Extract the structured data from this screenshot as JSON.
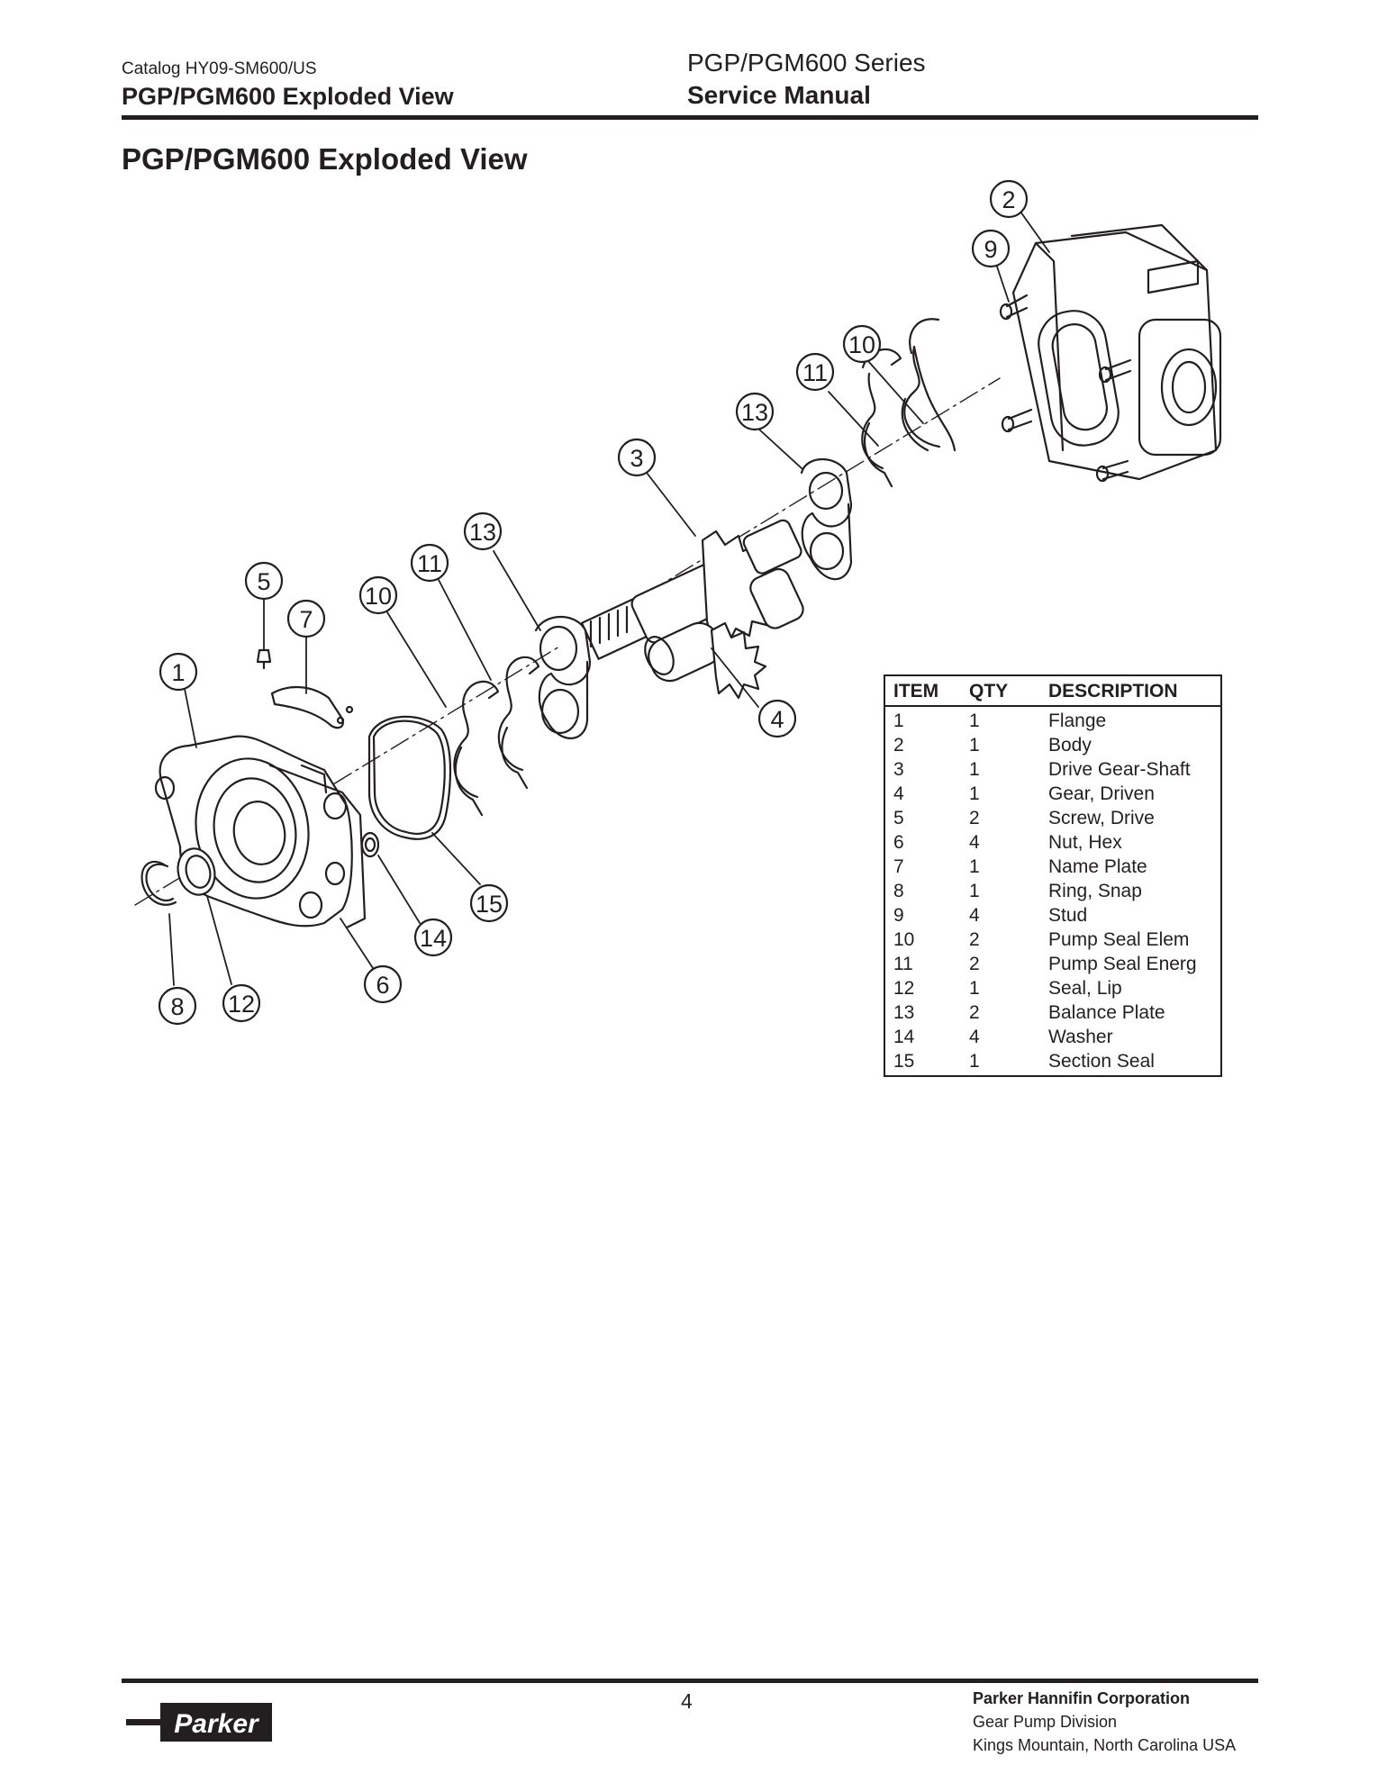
{
  "header": {
    "catalog": "Catalog HY09-SM600/US",
    "section": "PGP/PGM600 Exploded View",
    "series": "PGP/PGM600 Series",
    "manual": "Service Manual"
  },
  "page_title": "PGP/PGM600 Exploded View",
  "callouts": [
    "2",
    "9",
    "10",
    "11",
    "13",
    "3",
    "13",
    "11",
    "10",
    "5",
    "7",
    "1",
    "4",
    "15",
    "14",
    "6",
    "8",
    "12"
  ],
  "parts_table": {
    "columns": [
      "ITEM",
      "QTY",
      "DESCRIPTION"
    ],
    "rows": [
      [
        "1",
        "1",
        "Flange"
      ],
      [
        "2",
        "1",
        "Body"
      ],
      [
        "3",
        "1",
        "Drive Gear-Shaft"
      ],
      [
        "4",
        "1",
        "Gear, Driven"
      ],
      [
        "5",
        "2",
        "Screw, Drive"
      ],
      [
        "6",
        "4",
        "Nut, Hex"
      ],
      [
        "7",
        "1",
        "Name Plate"
      ],
      [
        "8",
        "1",
        "Ring, Snap"
      ],
      [
        "9",
        "4",
        "Stud"
      ],
      [
        "10",
        "2",
        "Pump Seal Elem"
      ],
      [
        "11",
        "2",
        "Pump Seal Energ"
      ],
      [
        "12",
        "1",
        "Seal, Lip"
      ],
      [
        "13",
        "2",
        "Balance Plate"
      ],
      [
        "14",
        "4",
        "Washer"
      ],
      [
        "15",
        "1",
        "Section Seal"
      ]
    ]
  },
  "footer": {
    "page_number": "4",
    "logo_text": "Parker",
    "company": "Parker Hannifin Corporation",
    "division": "Gear Pump Division",
    "location": "Kings Mountain, North Carolina USA"
  }
}
